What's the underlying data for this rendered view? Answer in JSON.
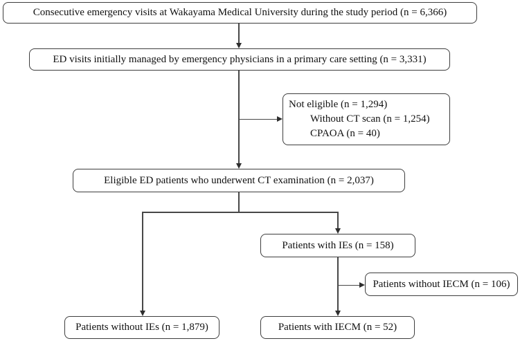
{
  "nodes": {
    "consecutive_visits": {
      "label": "Consecutive emergency visits at Wakayama Medical University during the study period (n = 6,366)"
    },
    "ed_visits": {
      "label": "ED visits initially managed by emergency physicians in a primary care setting (n = 3,331)"
    },
    "not_eligible": {
      "lines": [
        "Not eligible (n = 1,294)",
        "Without CT scan (n = 1,254)",
        "CPAOA (n = 40)"
      ]
    },
    "eligible_ct": {
      "label": "Eligible ED patients who underwent CT examination (n = 2,037)"
    },
    "with_ies": {
      "label": "Patients with IEs (n = 158)"
    },
    "without_iecm": {
      "label": "Patients without IECM (n = 106)"
    },
    "without_ies": {
      "label": "Patients without IEs (n = 1,879)"
    },
    "with_iecm": {
      "label": "Patients with IECM (n = 52)"
    }
  },
  "colors": {
    "box_border": "#3d3d3d",
    "connector": "#474747",
    "text": "#111111",
    "background": "#ffffff"
  }
}
